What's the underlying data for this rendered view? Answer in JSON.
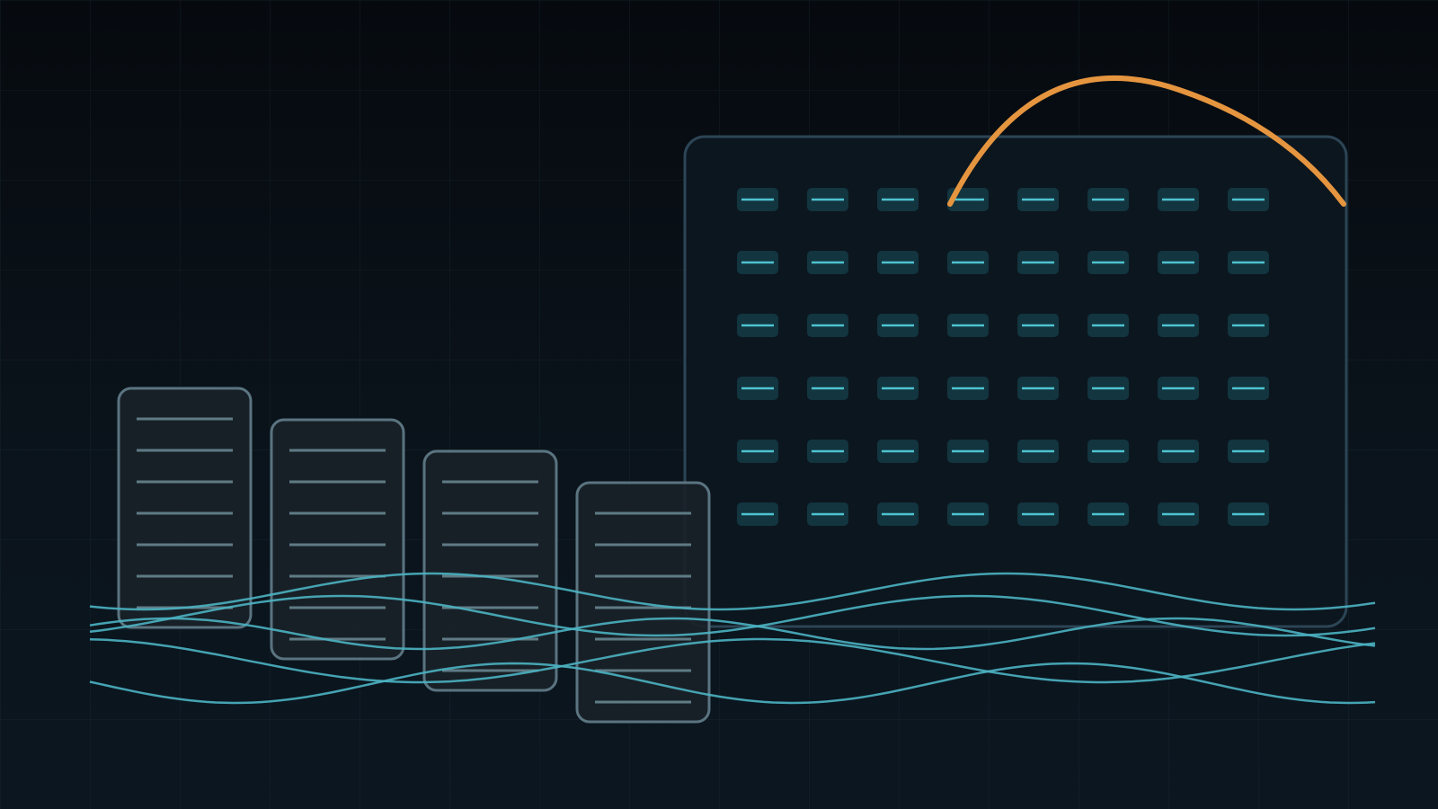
{
  "colors": {
    "background": "#070c12",
    "grid": "#1a2a33",
    "panel_fill": "#0c161e",
    "panel_border": "#2c4556",
    "chip_fill": "#123540",
    "chip_line": "#4ec3d0",
    "card_fill": "#1a2228",
    "card_border": "#5a7480",
    "card_line": "#5f7b85",
    "wave": "#4bb3c2",
    "arc": "#e5953f"
  },
  "panel": {
    "chip_rows": 6,
    "chip_columns": 8
  },
  "cards": [
    {
      "lines": 7
    },
    {
      "lines": 7
    },
    {
      "lines": 7
    },
    {
      "lines": 7
    }
  ],
  "waves": {
    "count": 5
  }
}
